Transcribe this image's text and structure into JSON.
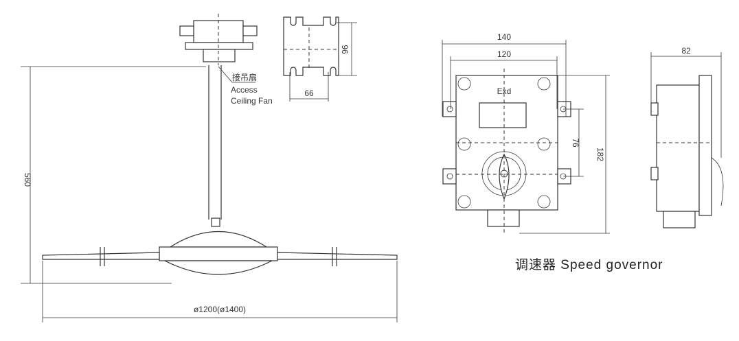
{
  "fan_drawing": {
    "height_dim": "560",
    "diameter_dim": "ø1200(ø1400)",
    "connector_label_cn": "接吊扇",
    "connector_label_en_1": "Access",
    "connector_label_en_2": "Ceiling Fan"
  },
  "mount_plate": {
    "height_dim": "96",
    "width_dim": "66"
  },
  "governor": {
    "outer_width_dim": "140",
    "inner_width_dim": "120",
    "height_dim": "182",
    "hole_spacing_dim": "76",
    "depth_dim": "82",
    "marking": "Exd",
    "caption": "调速器 Speed governor"
  }
}
